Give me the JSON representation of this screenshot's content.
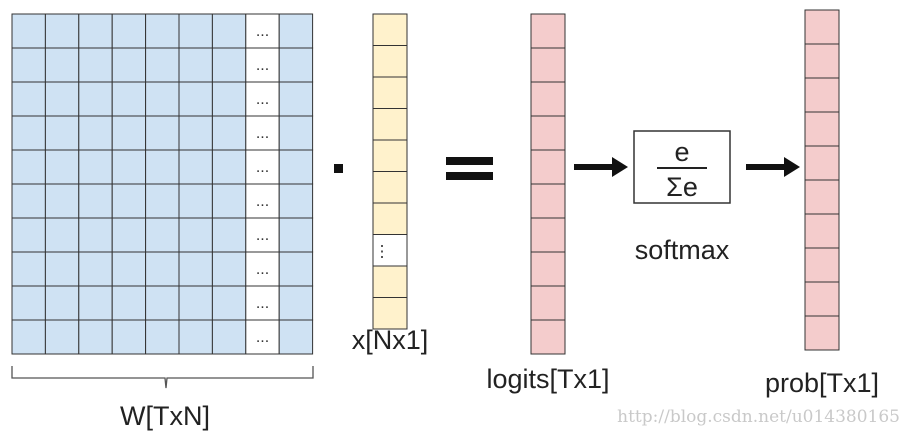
{
  "colors": {
    "matrix_fill": "#cfe2f3",
    "vector_fill": "#fff2cc",
    "logits_fill": "#f4cccc",
    "prob_fill": "#f4cccc",
    "grid_stroke": "#333333",
    "ellipsis_fill": "#ffffff"
  },
  "matrix": {
    "label": "W[TxN]",
    "rows": 10,
    "cols": 9,
    "ellipsis_col": 7,
    "ellipsis_text": "..."
  },
  "dot_operator": "·",
  "vector_x": {
    "label": "x[Nx1]",
    "cells": 10,
    "ellipsis_cell": 7,
    "ellipsis_text": "⋮"
  },
  "equals": "=",
  "logits": {
    "label": "logits[Tx1]",
    "cells": 10
  },
  "softmax": {
    "numerator": "e",
    "denominator": "Σe",
    "label": "softmax"
  },
  "prob": {
    "label": "prob[Tx1]",
    "cells": 10
  },
  "watermark": "http://blog.csdn.net/u014380165"
}
